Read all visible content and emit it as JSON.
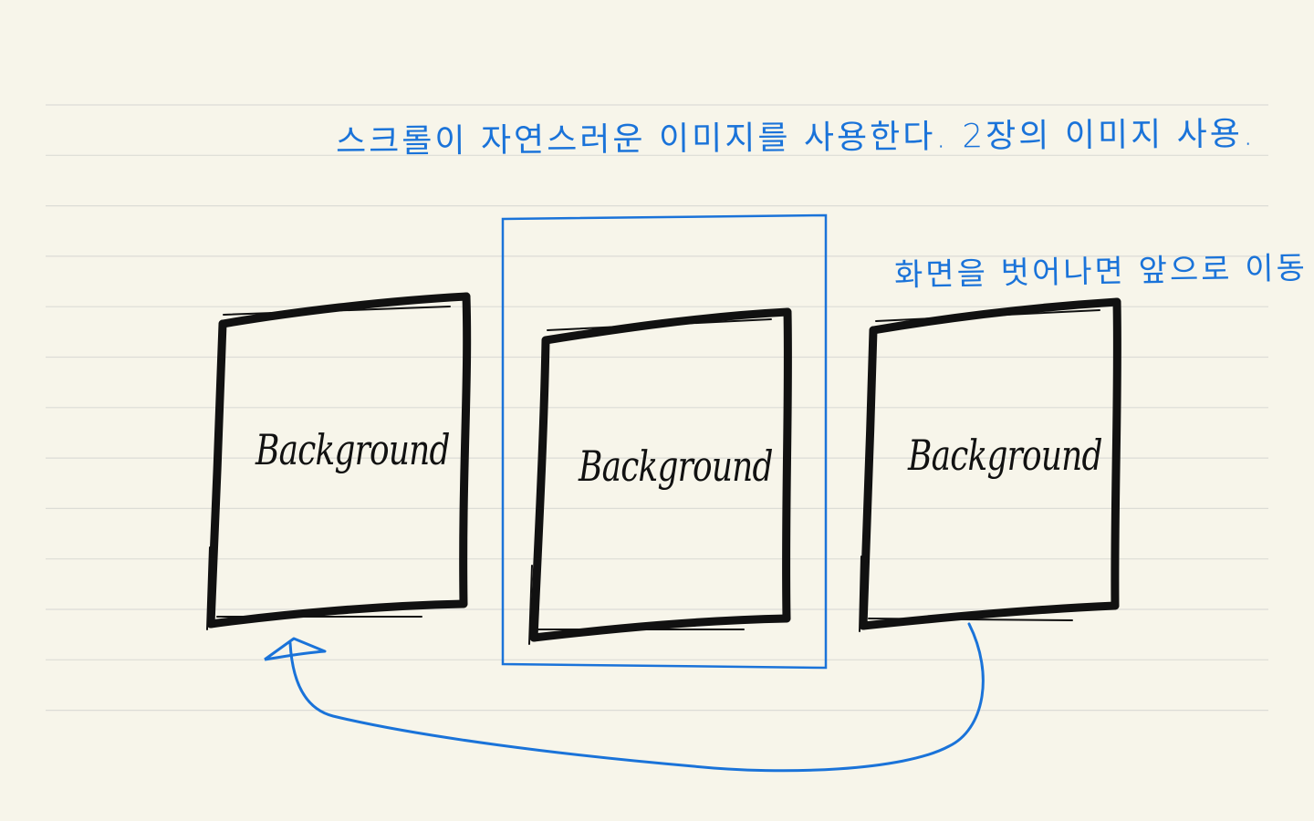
{
  "colors": {
    "paper": "#f7f5ea",
    "rule_lines": "#dcdcd6",
    "ink": "#111111",
    "accent": "#1a73d9"
  },
  "notes": {
    "top": "스크롤이 자연스러운 이미지를 사용한다. 2장의 이미지 사용.",
    "right": "화면을 벗어나면 앞으로 이동"
  },
  "cards": [
    {
      "label": "Background"
    },
    {
      "label": "Background"
    },
    {
      "label": "Background"
    }
  ],
  "arrow": {
    "icon": "curved-arrow-icon"
  },
  "highlight": {
    "icon": "viewport-frame"
  }
}
